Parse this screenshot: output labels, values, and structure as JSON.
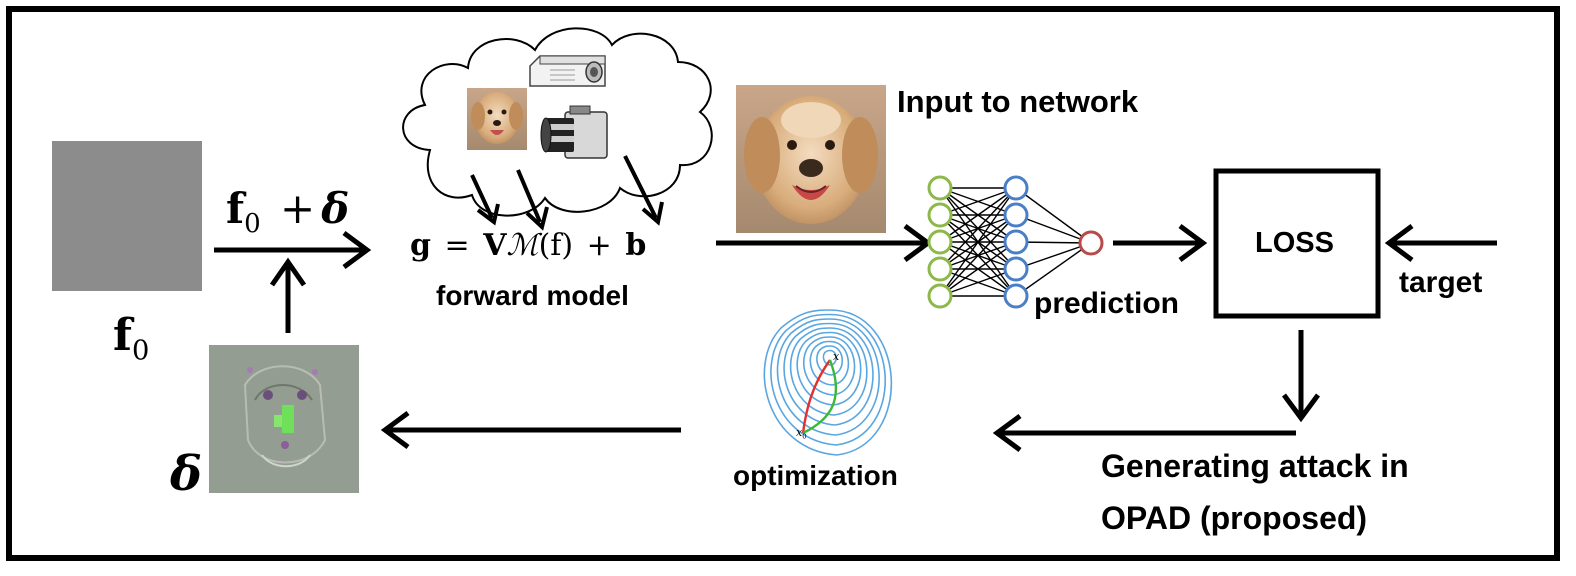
{
  "labels": {
    "f0": "f",
    "f0_sub": "0",
    "f0_plus_delta": "f",
    "f0_plus_delta_sub": "0",
    "plus": "+",
    "delta": "δ",
    "equation_g": "g",
    "equation_eq": "=",
    "equation_V": "V",
    "equation_M": "ℳ",
    "equation_f": "(f)",
    "equation_plus": "+",
    "equation_b": "b",
    "forward_model": "forward model",
    "input_to_network": "Input to network",
    "prediction": "prediction",
    "loss": "LOSS",
    "target": "target",
    "optimization": "optimization",
    "generating_attack": "Generating attack in",
    "generating_attack_line2": "OPAD (proposed)",
    "contour_start": "x",
    "contour_start_sub": "0",
    "contour_end": "x"
  },
  "colors": {
    "gray_block": "#8c8c8c",
    "input_nodes": "#8db84a",
    "hidden_nodes": "#4a7fc8",
    "output_node": "#b84a4a",
    "contour": "#5aa6e0",
    "path_red": "#e03030",
    "path_green": "#3ab83a",
    "dog_fur": "#d9b48a",
    "perturbation_bg": "#8f9a8c"
  },
  "icons": [
    "projector-icon",
    "camera-icon",
    "dog-photo",
    "perturbation-image",
    "neural-network-icon",
    "contour-plot-icon",
    "cloud-shape"
  ]
}
